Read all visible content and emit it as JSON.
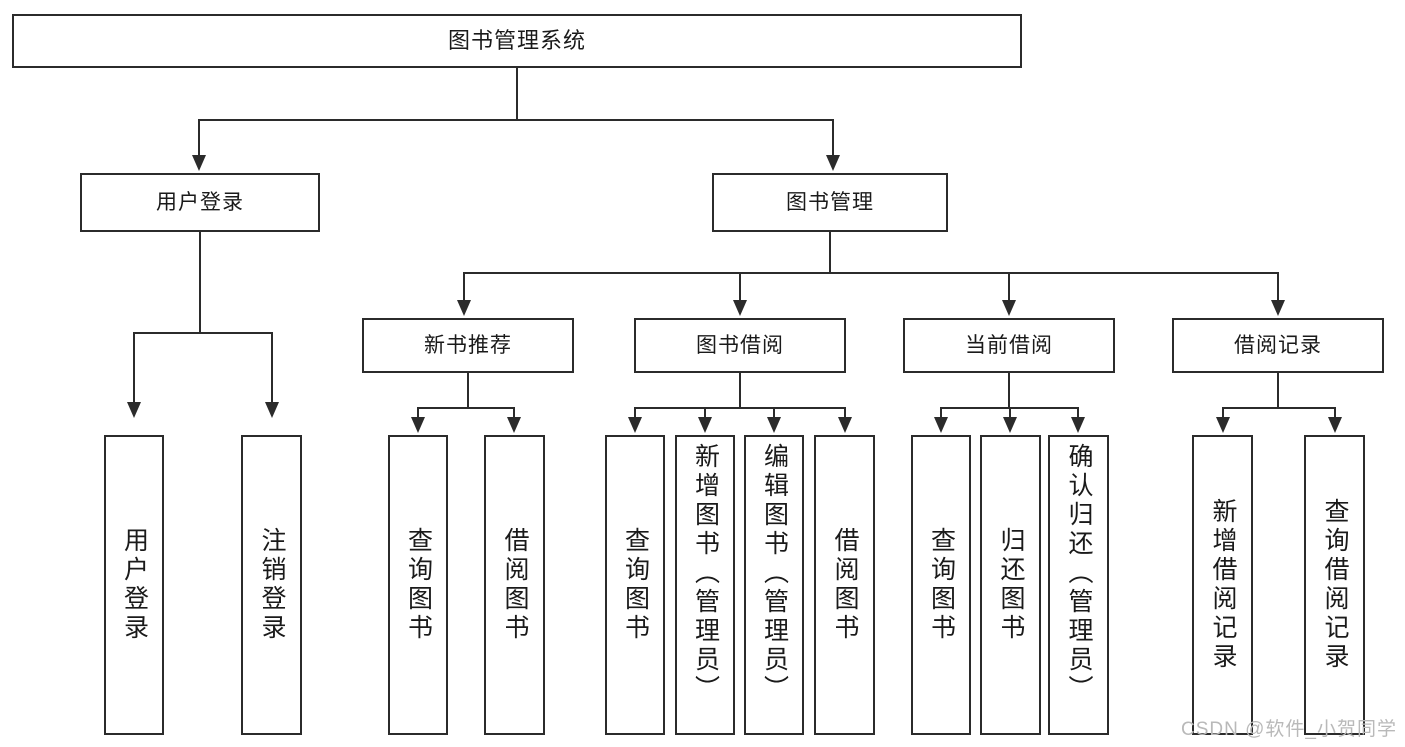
{
  "diagram": {
    "title": "图书管理系统",
    "type": "tree",
    "root": {
      "label": "图书管理系统"
    },
    "level2": [
      {
        "label": "用户登录"
      },
      {
        "label": "图书管理"
      }
    ],
    "level3": [
      {
        "label": "新书推荐"
      },
      {
        "label": "图书借阅"
      },
      {
        "label": "当前借阅"
      },
      {
        "label": "借阅记录"
      }
    ],
    "leaves": [
      {
        "label": "用户登录",
        "parent": "用户登录"
      },
      {
        "label": "注销登录",
        "parent": "用户登录"
      },
      {
        "label": "查询图书",
        "parent": "新书推荐"
      },
      {
        "label": "借阅图书",
        "parent": "新书推荐"
      },
      {
        "label": "查询图书",
        "parent": "图书借阅"
      },
      {
        "label": "新增图书（管理员）",
        "parent": "图书借阅"
      },
      {
        "label": "编辑图书（管理员）",
        "parent": "图书借阅"
      },
      {
        "label": "借阅图书",
        "parent": "图书借阅"
      },
      {
        "label": "查询图书",
        "parent": "当前借阅"
      },
      {
        "label": "归还图书",
        "parent": "当前借阅"
      },
      {
        "label": "确认归还（管理员）",
        "parent": "当前借阅"
      },
      {
        "label": "新增借阅记录",
        "parent": "借阅记录"
      },
      {
        "label": "查询借阅记录",
        "parent": "借阅记录"
      }
    ]
  },
  "watermark": {
    "text": "CSDN @软件_小贺同学"
  },
  "colors": {
    "stroke": "#2b2b2b",
    "fill": "#ffffff",
    "text": "#1a1a1a",
    "watermark": "#b9b9b9"
  }
}
